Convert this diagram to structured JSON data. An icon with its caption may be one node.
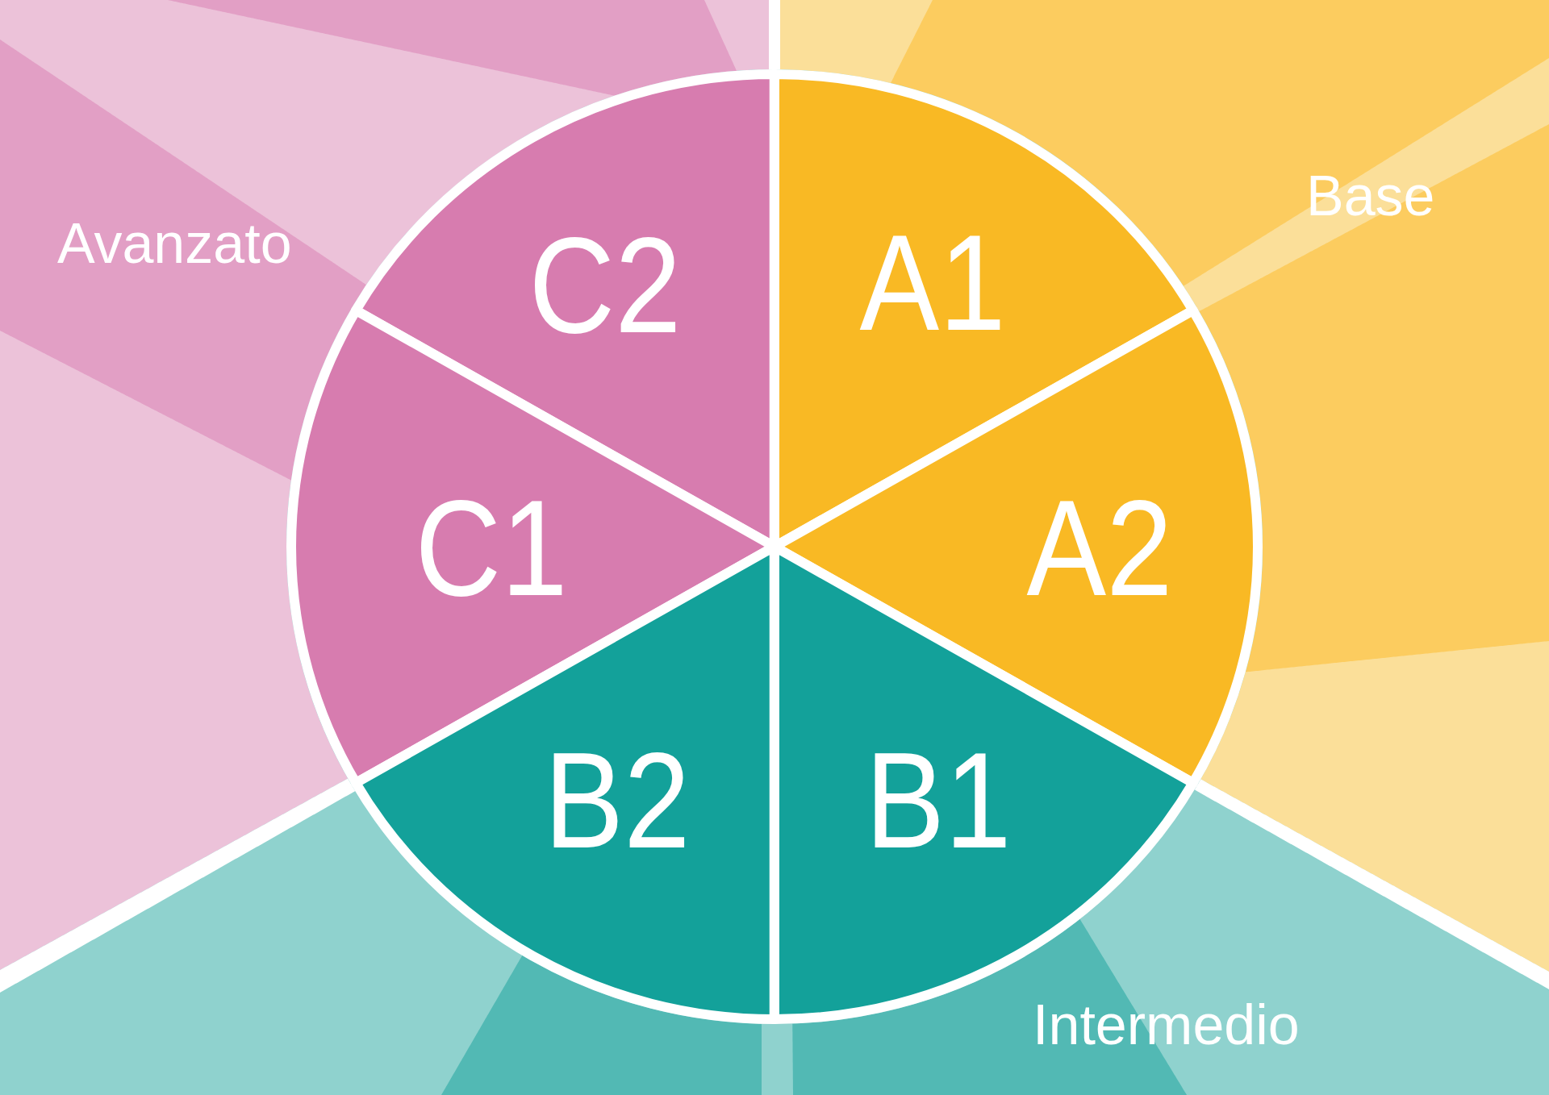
{
  "diagram": {
    "nodes": [
      {
        "text": [
          "Avanzato"
        ]
      },
      {
        "text": [
          "Base"
        ]
      },
      {
        "text": [
          "C2"
        ]
      },
      {
        "text": [
          "A1"
        ]
      },
      {
        "text": [
          "C1"
        ]
      },
      {
        "text": [
          "A2"
        ]
      },
      {
        "text": [
          "Intermedio"
        ]
      },
      {
        "text": [
          "B2"
        ]
      },
      {
        "text": [
          "B1"
        ]
      }
    ]
  }
}
